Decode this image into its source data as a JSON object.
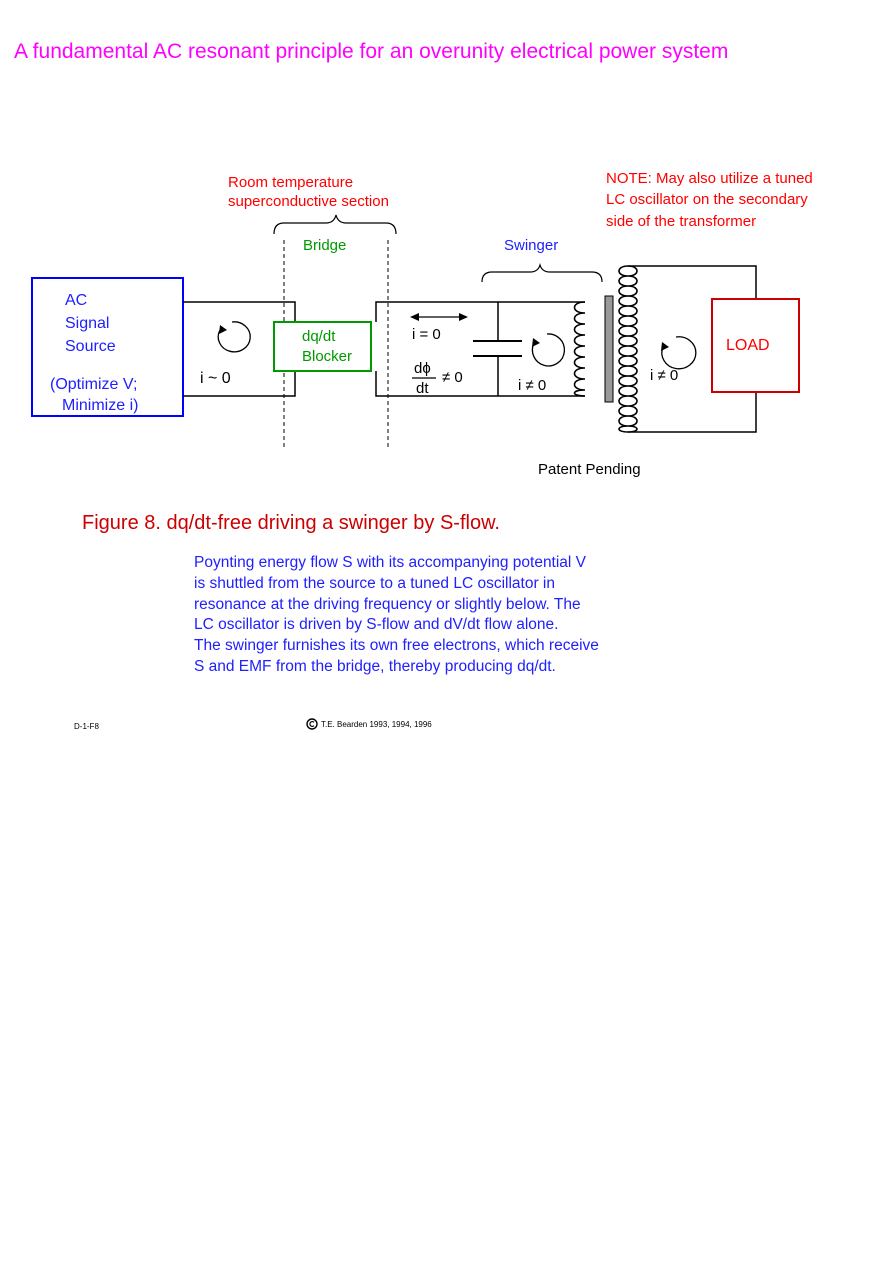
{
  "title": "A fundamental AC resonant principle for an overunity electrical power system",
  "diagram": {
    "superconductive_label": [
      "Room temperature",
      "superconductive section"
    ],
    "note": [
      "NOTE: May also utilize a tuned",
      "LC oscillator on the secondary",
      "side of the transformer"
    ],
    "bridge_label": "Bridge",
    "swinger_label": "Swinger",
    "source": {
      "lines": [
        "AC",
        "Signal",
        "Source"
      ],
      "note_lines": [
        "(Optimize V;",
        "Minimize i)"
      ],
      "current": "i ~ 0"
    },
    "blocker_lines": [
      "dq/dt",
      "Blocker"
    ],
    "i_zero": "i = 0",
    "dphi_num": "dϕ",
    "dphi_den": "dt",
    "neq_zero": "≠ 0",
    "i_nonzero_lc": "i ≠ 0",
    "i_nonzero_load": "i ≠ 0",
    "load_label": "LOAD",
    "patent": "Patent Pending",
    "colors": {
      "source_box": "#0000ff",
      "blocker_box": "#009900",
      "load_box": "#cc0000",
      "title": "#ff00ff",
      "red_text": "#ff0000",
      "green_text": "#009900",
      "blue_text": "#2020ff"
    }
  },
  "caption": "Figure  8.  dq/dt-free driving a swinger by S-flow.",
  "description": [
    "Poynting energy flow S with its accompanying potential V",
    "is shuttled from the source to a tuned LC oscillator in",
    "resonance at the driving frequency or slightly below.  The",
    "LC oscillator is driven by S-flow and dV/dt flow alone.",
    "The swinger furnishes its own free electrons, which receive",
    "S and EMF from the bridge, thereby producing dq/dt."
  ],
  "doc_code": "D-1-F8",
  "copyright": "T.E. Bearden 1993, 1994, 1996"
}
